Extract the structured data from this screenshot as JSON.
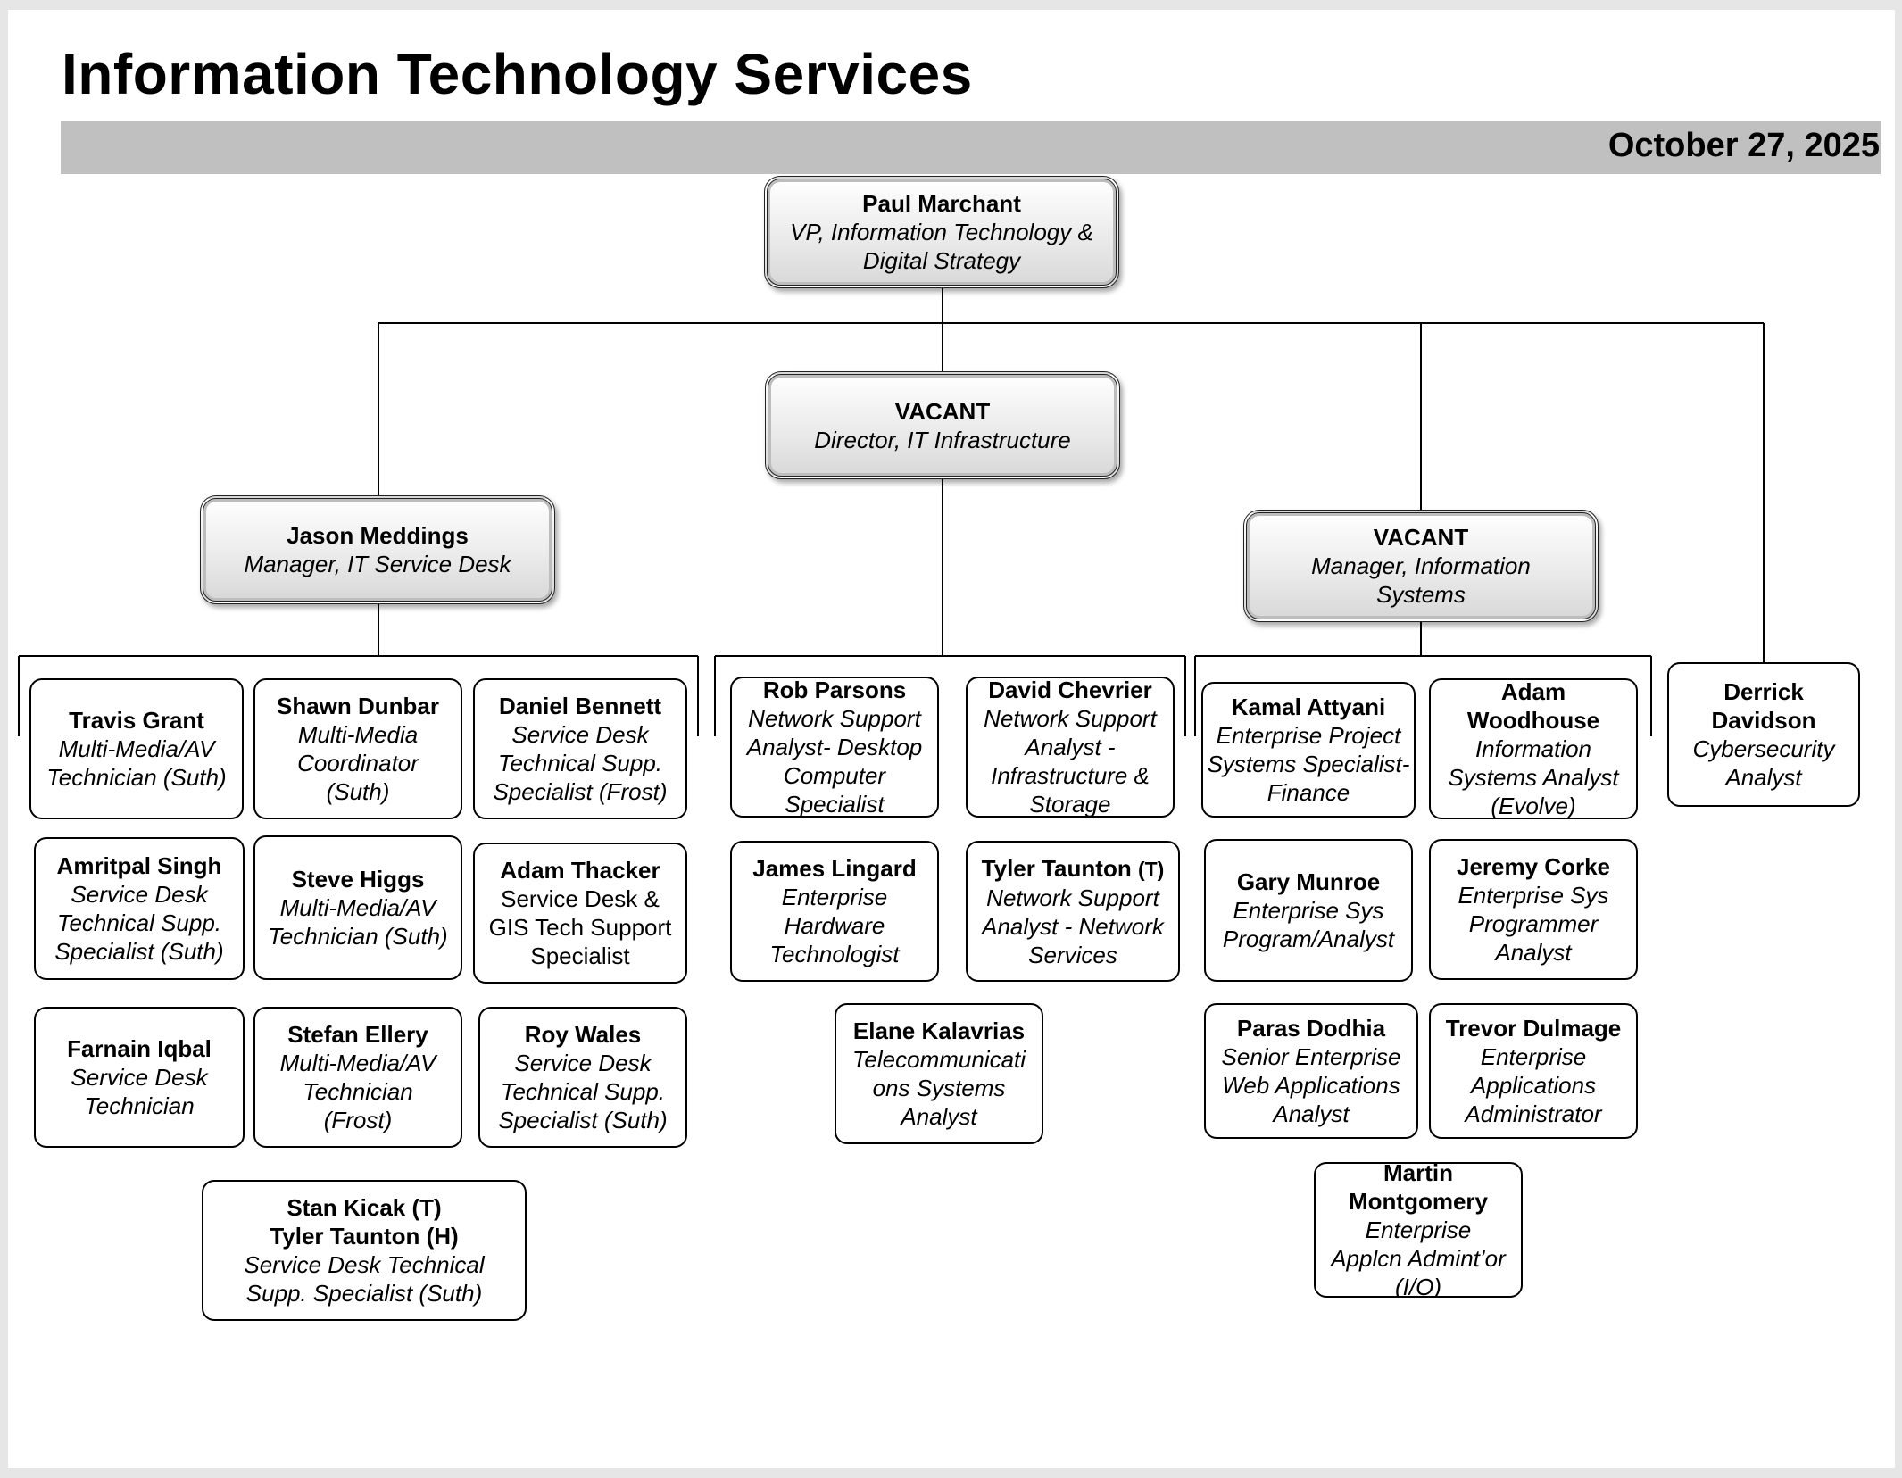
{
  "header": {
    "title": "Information Technology Services",
    "date": "October 27, 2025"
  },
  "chart": {
    "vp": {
      "name": "Paul Marchant",
      "title": "VP, Information Technology & Digital Strategy"
    },
    "director_infra": {
      "name": "VACANT",
      "title": "Director, IT Infrastructure"
    },
    "mgr_service_desk": {
      "name": "Jason Meddings",
      "title": "Manager, IT Service Desk"
    },
    "mgr_info_systems": {
      "name": "VACANT",
      "title": "Manager, Information Systems"
    },
    "service_desk": [
      {
        "name": "Travis Grant",
        "title": "Multi-Media/AV Technician (Suth)"
      },
      {
        "name": "Shawn Dunbar",
        "title": "Multi-Media Coordinator (Suth)"
      },
      {
        "name": "Daniel Bennett",
        "title": "Service Desk Technical Supp. Specialist (Frost)"
      },
      {
        "name": "Amritpal Singh",
        "title": "Service Desk Technical Supp. Specialist (Suth)"
      },
      {
        "name": "Steve Higgs",
        "title": "Multi-Media/AV Technician (Suth)"
      },
      {
        "name": "Adam Thacker",
        "title": "Service Desk & GIS Tech Support Specialist"
      },
      {
        "name": "Farnain Iqbal",
        "title": "Service Desk Technician"
      },
      {
        "name": "Stefan Ellery",
        "title": "Multi-Media/AV Technician (Frost)"
      },
      {
        "name": "Roy Wales",
        "title": "Service Desk Technical Supp. Specialist (Suth)"
      },
      {
        "name": "Stan Kicak (T)",
        "name2": "Tyler Taunton (H)",
        "title": "Service Desk Technical Supp. Specialist (Suth)"
      }
    ],
    "infrastructure": [
      {
        "name": "Rob Parsons",
        "title": "Network Support Analyst- Desktop Computer Specialist"
      },
      {
        "name": "David Chevrier",
        "title": "Network Support Analyst - Infrastructure & Storage"
      },
      {
        "name": "James Lingard",
        "title": "Enterprise Hardware Technologist"
      },
      {
        "name": "Tyler Taunton",
        "name_suffix": "(T)",
        "title": "Network Support Analyst - Network Services"
      },
      {
        "name": "Elane Kalavrias",
        "title": "Telecommunicati ons Systems Analyst"
      }
    ],
    "info_systems": [
      {
        "name": "Kamal Attyani",
        "title": "Enterprise Project Systems Specialist-Finance"
      },
      {
        "name": "Adam Woodhouse",
        "title": "Information Systems Analyst (Evolve)"
      },
      {
        "name": "Gary Munroe",
        "title": "Enterprise Sys Program/Analyst"
      },
      {
        "name": "Jeremy Corke",
        "title": "Enterprise Sys Programmer Analyst"
      },
      {
        "name": "Paras Dodhia",
        "title": "Senior Enterprise Web Applications Analyst"
      },
      {
        "name": "Trevor Dulmage",
        "title": "Enterprise Applications Administrator"
      },
      {
        "name": "Martin Montgomery",
        "title": "Enterprise Applcn Admint’or (I/O)"
      }
    ],
    "cyber": {
      "name": "Derrick Davidson",
      "title": "Cybersecurity Analyst"
    }
  }
}
